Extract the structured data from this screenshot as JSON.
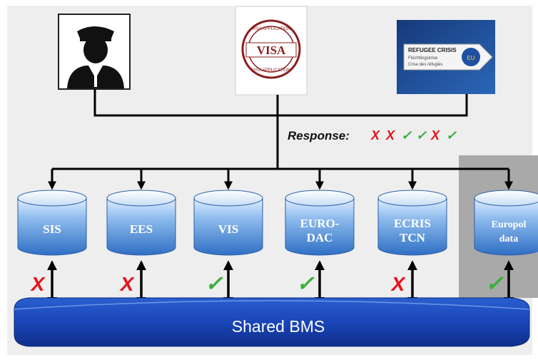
{
  "response": {
    "label": "Response:",
    "marks": [
      {
        "symbol": "X",
        "status": "fail"
      },
      {
        "symbol": "X",
        "status": "fail"
      },
      {
        "symbol": "✓",
        "status": "ok"
      },
      {
        "symbol": "✓",
        "status": "ok"
      },
      {
        "symbol": "X",
        "status": "fail"
      },
      {
        "symbol": "✓",
        "status": "ok"
      }
    ]
  },
  "sources": [
    {
      "id": "officer",
      "icon": "police-officer-icon"
    },
    {
      "id": "visa",
      "icon": "visa-stamp-icon",
      "stamp_text": "VISA",
      "ring_text": "VISA APPLICATION"
    },
    {
      "id": "refugee",
      "icon": "refugee-crisis-sign-icon",
      "sign_line1": "REFUGEE CRISIS",
      "sign_line2": "Flüchtlingskrise",
      "sign_line3": "Crise des réfugiés"
    }
  ],
  "databases": [
    {
      "line1": "SIS",
      "line2": "",
      "result": "fail"
    },
    {
      "line1": "EES",
      "line2": "",
      "result": "fail"
    },
    {
      "line1": "VIS",
      "line2": "",
      "result": "ok"
    },
    {
      "line1": "EURO-",
      "line2": "DAC",
      "result": "ok"
    },
    {
      "line1": "ECRIS",
      "line2": "TCN",
      "result": "fail"
    },
    {
      "line1": "Europol",
      "line2": "data",
      "result": "ok"
    }
  ],
  "shared": {
    "label": "Shared BMS"
  },
  "colors": {
    "fail": "#e8121a",
    "ok": "#36b03a",
    "bus": "#1542b5",
    "db_top": "#cfe2f8",
    "db_bottom": "#3d7fcf",
    "panel": "#a9a9a9",
    "background": "#eeeeee"
  }
}
